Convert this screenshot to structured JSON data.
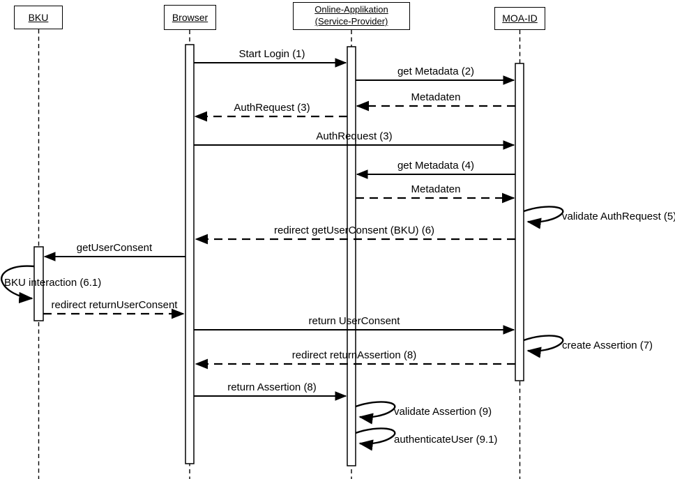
{
  "diagram": {
    "type": "uml-sequence-diagram",
    "colors": {
      "line": "#000000",
      "background": "#ffffff",
      "activation_fill": "#ffffff"
    },
    "actors": [
      {
        "label": "BKU"
      },
      {
        "label": "Browser"
      },
      {
        "label": "Online-Applikation (Service-Provider)"
      },
      {
        "label": "MOA-ID"
      }
    ],
    "messages": [
      {
        "label": "Start Login (1)",
        "from": "Browser",
        "to": "Online-Applikation (Service-Provider)",
        "line": "solid"
      },
      {
        "label": "get Metadata (2)",
        "from": "Online-Applikation (Service-Provider)",
        "to": "MOA-ID",
        "line": "solid"
      },
      {
        "label": "Metadaten",
        "from": "MOA-ID",
        "to": "Online-Applikation (Service-Provider)",
        "line": "dashed"
      },
      {
        "label": "AuthRequest (3)",
        "from": "Online-Applikation (Service-Provider)",
        "to": "Browser",
        "line": "dashed"
      },
      {
        "label": "AuthRequest (3)",
        "from": "Browser",
        "to": "MOA-ID",
        "line": "solid"
      },
      {
        "label": "get Metadata (4)",
        "from": "MOA-ID",
        "to": "Online-Applikation (Service-Provider)",
        "line": "solid"
      },
      {
        "label": "Metadaten",
        "from": "Online-Applikation (Service-Provider)",
        "to": "MOA-ID",
        "line": "dashed"
      },
      {
        "label": "validate AuthRequest (5)",
        "from": "MOA-ID",
        "to": "MOA-ID",
        "line": "self"
      },
      {
        "label": "redirect getUserConsent (BKU) (6)",
        "from": "MOA-ID",
        "to": "Browser",
        "line": "dashed"
      },
      {
        "label": "getUserConsent",
        "from": "Browser",
        "to": "BKU",
        "line": "solid"
      },
      {
        "label": "BKU interaction (6.1)",
        "from": "BKU",
        "to": "BKU",
        "line": "self"
      },
      {
        "label": "redirect returnUserConsent",
        "from": "BKU",
        "to": "Browser",
        "line": "dashed"
      },
      {
        "label": "return UserConsent",
        "from": "Browser",
        "to": "MOA-ID",
        "line": "solid"
      },
      {
        "label": "create Assertion (7)",
        "from": "MOA-ID",
        "to": "MOA-ID",
        "line": "self"
      },
      {
        "label": "redirect returnAssertion (8)",
        "from": "MOA-ID",
        "to": "Browser",
        "line": "dashed"
      },
      {
        "label": "return Assertion (8)",
        "from": "Browser",
        "to": "Online-Applikation (Service-Provider)",
        "line": "solid"
      },
      {
        "label": "validate Assertion (9)",
        "from": "Online-Applikation (Service-Provider)",
        "to": "Online-Applikation (Service-Provider)",
        "line": "self"
      },
      {
        "label": "authenticateUser (9.1)",
        "from": "Online-Applikation (Service-Provider)",
        "to": "Online-Applikation (Service-Provider)",
        "line": "self"
      }
    ]
  }
}
